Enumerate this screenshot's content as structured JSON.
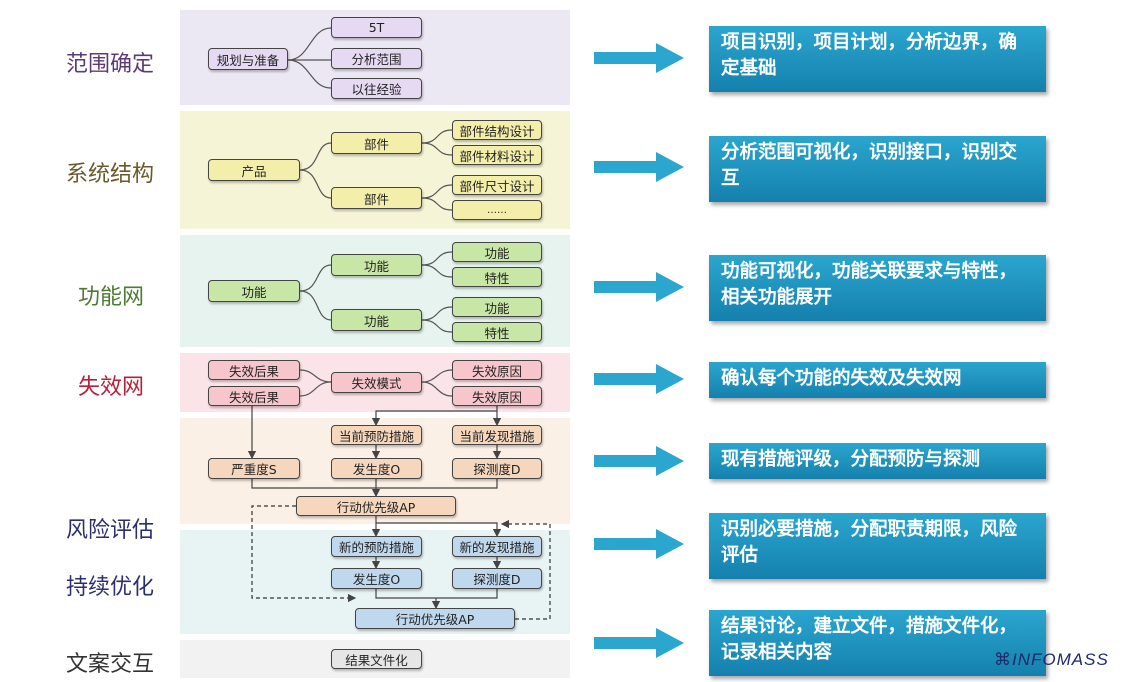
{
  "steps": [
    {
      "label": "范围确定",
      "color": "#5c3a78"
    },
    {
      "label": "系统结构",
      "color": "#6a5a2a"
    },
    {
      "label": "功能网",
      "color": "#4e7a32"
    },
    {
      "label": "失效网",
      "color": "#b8203a"
    },
    {
      "label": "风险评估",
      "color": "#2c2f6e"
    },
    {
      "label": "持续优化",
      "color": "#2c2f6e"
    },
    {
      "label": "文案交互",
      "color": "#333333"
    }
  ],
  "nodes": {
    "scope_main": "规划与准备",
    "scope_5t": "5T",
    "scope_range": "分析范围",
    "scope_exp": "以往经验",
    "struct_product": "产品",
    "struct_part1": "部件",
    "struct_part2": "部件",
    "struct_design1": "部件结构设计",
    "struct_design2": "部件材料设计",
    "struct_design3": "部件尺寸设计",
    "struct_more": "……",
    "func_main": "功能",
    "func_sub1": "功能",
    "func_sub2": "功能",
    "func_f1": "功能",
    "func_c1": "特性",
    "func_f2": "功能",
    "func_c2": "特性",
    "fail_effect1": "失效后果",
    "fail_effect2": "失效后果",
    "fail_mode": "失效模式",
    "fail_cause1": "失效原因",
    "fail_cause2": "失效原因",
    "risk_prevent": "当前预防措施",
    "risk_detect": "当前发现措施",
    "risk_s": "严重度S",
    "risk_o": "发生度O",
    "risk_d": "探测度D",
    "risk_ap": "行动优先级AP",
    "opt_prevent": "新的预防措施",
    "opt_detect": "新的发现措施",
    "opt_o": "发生度O",
    "opt_d": "探测度D",
    "opt_ap": "行动优先级AP",
    "doc_main": "结果文件化"
  },
  "callouts": [
    "项目识别，项目计划，分析边界，确定基础",
    "分析范围可视化，识别接口，识别交互",
    "功能可视化，功能关联要求与特性，相关功能展开",
    "确认每个功能的失效及失效网",
    "现有措施评级，分配预防与探测",
    "识别必要措施，分配职责期限，风险评估",
    "结果讨论，建立文件，措施文件化，记录相关内容"
  ],
  "logo": "INFOMASS",
  "colors": {
    "band_scope": "#ece8f3",
    "node_scope": "#e6d9f2",
    "band_struct": "#f5f4d6",
    "node_struct": "#f3efaa",
    "band_func": "#e6f3ee",
    "node_func": "#c8e6a6",
    "band_fail": "#fbe4e8",
    "node_fail": "#f7c6cc",
    "band_risk": "#fbf0e6",
    "node_risk": "#f5d7bd",
    "band_opt": "#e8f3f3",
    "node_opt": "#bfd8ee",
    "band_doc": "#f2f2f2",
    "node_doc": "#e6e6e6",
    "callout": "#1a8fbf",
    "arrow": "#2aa6cf"
  }
}
